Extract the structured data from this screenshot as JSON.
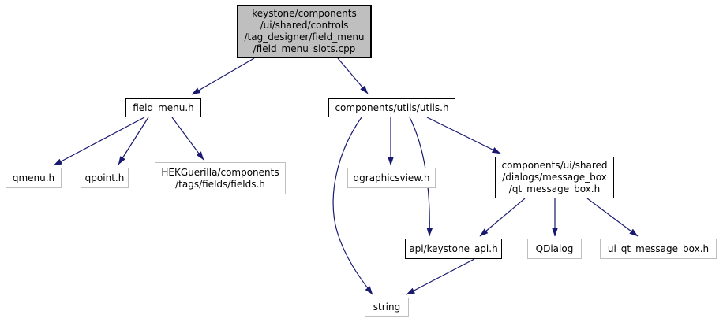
{
  "graph": {
    "type": "include-dependency-graph",
    "colors": {
      "edge": "#191970",
      "root_fill": "#bfbfbf",
      "node_fill": "#ffffff",
      "internal_border": "#000000",
      "external_border": "#bfbfbf",
      "text": "#000000"
    },
    "nodes": {
      "main_cpp": {
        "lines": [
          "keystone/components",
          "/ui/shared/controls",
          "/tag_designer/field_menu",
          "/field_menu_slots.cpp"
        ],
        "full_path": "keystone/components/ui/shared/controls/tag_designer/field_menu/field_menu_slots.cpp",
        "type": "root"
      },
      "field_menu_h": {
        "label": "field_menu.h",
        "type": "internal"
      },
      "utils_h": {
        "label": "components/utils/utils.h",
        "type": "internal"
      },
      "qmenu_h": {
        "label": "qmenu.h",
        "type": "external"
      },
      "qpoint_h": {
        "label": "qpoint.h",
        "type": "external"
      },
      "fields_h": {
        "lines": [
          "HEKGuerilla/components",
          "/tags/fields/fields.h"
        ],
        "full_path": "HEKGuerilla/components/tags/fields/fields.h",
        "type": "external"
      },
      "qgraphicsview_h": {
        "label": "qgraphicsview.h",
        "type": "external"
      },
      "message_box_h": {
        "lines": [
          "components/ui/shared",
          "/dialogs/message_box",
          "/qt_message_box.h"
        ],
        "full_path": "components/ui/shared/dialogs/message_box/qt_message_box.h",
        "type": "internal"
      },
      "keystone_api_h": {
        "label": "api/keystone_api.h",
        "type": "internal"
      },
      "qdialog": {
        "label": "QDialog",
        "type": "external"
      },
      "ui_qt_message_box_h": {
        "label": "ui_qt_message_box.h",
        "type": "external"
      },
      "string": {
        "label": "string",
        "type": "external"
      }
    },
    "edges": [
      {
        "from": "main_cpp",
        "to": "field_menu_h"
      },
      {
        "from": "main_cpp",
        "to": "utils_h"
      },
      {
        "from": "field_menu_h",
        "to": "qmenu_h"
      },
      {
        "from": "field_menu_h",
        "to": "qpoint_h"
      },
      {
        "from": "field_menu_h",
        "to": "fields_h"
      },
      {
        "from": "utils_h",
        "to": "qgraphicsview_h"
      },
      {
        "from": "utils_h",
        "to": "string"
      },
      {
        "from": "utils_h",
        "to": "keystone_api_h"
      },
      {
        "from": "utils_h",
        "to": "message_box_h"
      },
      {
        "from": "message_box_h",
        "to": "keystone_api_h"
      },
      {
        "from": "message_box_h",
        "to": "qdialog"
      },
      {
        "from": "message_box_h",
        "to": "ui_qt_message_box_h"
      },
      {
        "from": "keystone_api_h",
        "to": "string"
      }
    ]
  }
}
